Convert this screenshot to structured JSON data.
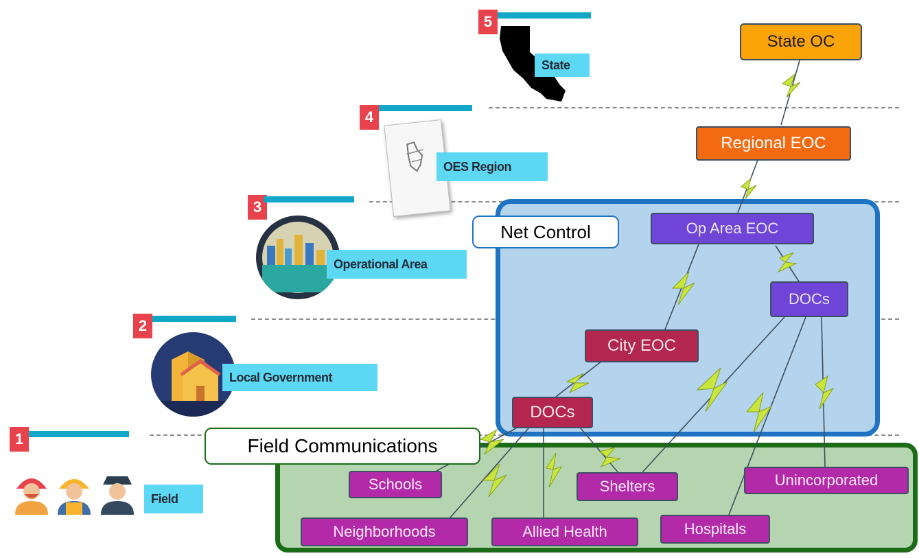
{
  "levels": [
    {
      "number": "1",
      "label": "Field",
      "icon": "first-responders-icon"
    },
    {
      "number": "2",
      "label": "Local Government",
      "icon": "buildings-icon"
    },
    {
      "number": "3",
      "label": "Operational Area",
      "icon": "city-skyline-icon"
    },
    {
      "number": "4",
      "label": "OES Region",
      "icon": "region-map-icon"
    },
    {
      "number": "5",
      "label": "State",
      "icon": "california-map-icon"
    }
  ],
  "panels": {
    "net_control": "Net Control",
    "field_communications": "Field Communications"
  },
  "nodes": {
    "state_oc": "State OC",
    "regional_eoc": "Regional EOC",
    "op_area_eoc": "Op Area EOC",
    "op_area_docs": "DOCs",
    "city_eoc": "City EOC",
    "city_docs": "DOCs",
    "schools": "Schools",
    "shelters": "Shelters",
    "unincorporated": "Unincorporated",
    "neighborhoods": "Neighborhoods",
    "allied_health": "Allied Health",
    "hospitals": "Hospitals"
  },
  "colors": {
    "number_badge": "#e8434c",
    "level_bar": "#12a6c7",
    "level_label": "#5cd8f4",
    "net_control_fill": "#b4d3ec",
    "net_control_border": "#1f73c3",
    "field_fill": "#b5d5b0",
    "field_border": "#1b6b17",
    "state_oc": "#fba40a",
    "regional_eoc": "#f46a10",
    "op_area": "#6e45d6",
    "city": "#b32650",
    "field_nodes": "#b32aa8",
    "radio_link": "#c8e63c"
  },
  "link_icon": "lightning-bolt-icon"
}
